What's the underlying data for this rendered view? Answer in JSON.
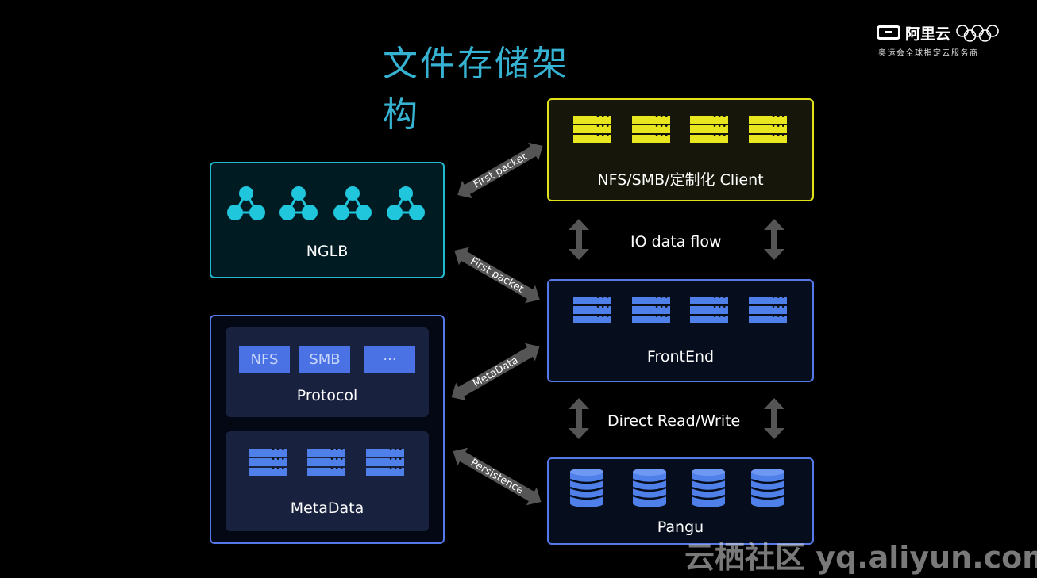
{
  "title": "文件存储架构",
  "logo": {
    "brand": "阿里云",
    "subtitle": "奥运会全球指定云服务商"
  },
  "boxes": {
    "nglb": "NGLB",
    "client": "NFS/SMB/定制化 Client",
    "frontend": "FrontEnd",
    "pangu": "Pangu",
    "protocol": "Protocol",
    "metadata": "MetaData"
  },
  "protocol_tags": [
    "NFS",
    "SMB",
    "···"
  ],
  "links": {
    "first_packet_top": "First packet",
    "first_packet_bottom": "First packet",
    "metadata": "MetaData",
    "persistence": "Persistence"
  },
  "flows": {
    "io": "IO data flow",
    "direct": "Direct Read/Write"
  },
  "watermark": "云栖社区 yq.aliyun.com",
  "colors": {
    "title": "#36b3d2",
    "nglb": "#22b8cf",
    "client": "#e2e21a",
    "frontend": "#5579e8",
    "arrow": "#555555"
  },
  "icons": {
    "nglb": "network-node-icon",
    "client": "server-icon",
    "frontend": "server-icon",
    "metadata": "server-icon",
    "pangu": "database-icon"
  }
}
